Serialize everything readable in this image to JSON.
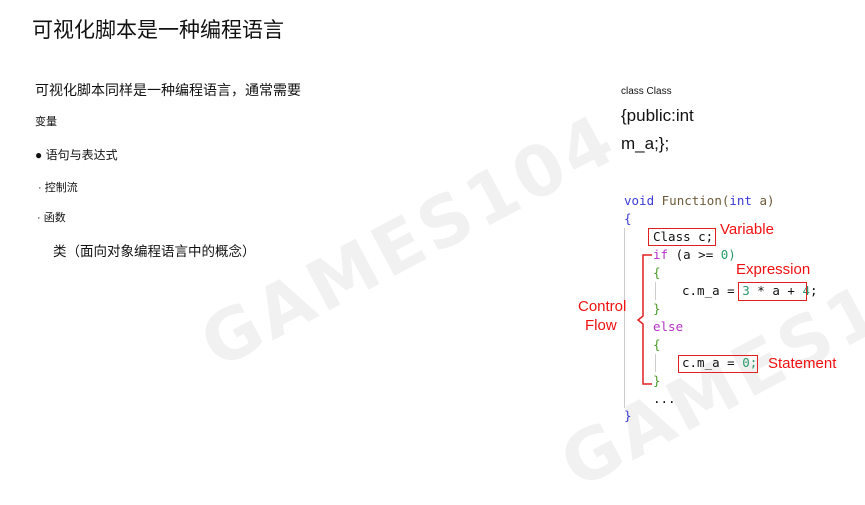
{
  "title": "可视化脚本是一种编程语言",
  "intro": "可视化脚本同样是一种编程语言，通常需要",
  "items": [
    "变量",
    "● 语句与表达式",
    "· 控制流",
    "· 函数",
    "类（面向对象编程语言中的概念）"
  ],
  "class_snippet": {
    "line1": "class Class",
    "line2": "{public:int",
    "line3": "m_a;};"
  },
  "code": {
    "sig_void": "void",
    "sig_fn": "Function(",
    "sig_int": "int",
    "sig_a": "a)",
    "open": "{",
    "var_decl": "Class c;",
    "if_kw": "if",
    "if_cond_a": "(a >=",
    "if_cond_0": "0)",
    "open2": "{",
    "assign_lhs": "c.m_a =",
    "expr_3": "3",
    "expr_mid": "* a +",
    "expr_4": "4",
    ";": ";",
    "close2": "}",
    "else_kw": "else",
    "open3": "{",
    "stmt": "c.m_a =",
    "stmt_0": "0;",
    "close3": "}",
    "ellipsis": "...",
    "close": "}"
  },
  "labels": {
    "variable": "Variable",
    "expression": "Expression",
    "control_flow_1": "Control",
    "control_flow_2": "Flow",
    "statement": "Statement"
  },
  "watermark": "GAMES104"
}
